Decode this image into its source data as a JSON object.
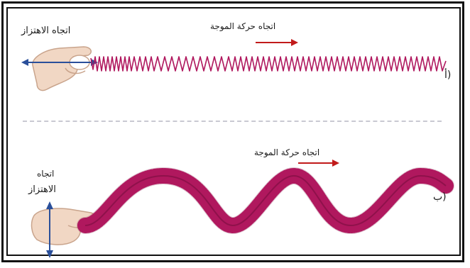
{
  "panel_a": {
    "oscillation_direction": "اتجاه الاهتزاز",
    "wave_motion_direction": "اتجاه حركة الموجة",
    "part_label": "(أ"
  },
  "panel_b": {
    "oscillation_direction_line1": "اتجاه",
    "oscillation_direction_line2": "الاهتزاز",
    "wave_motion_direction": "اتجاه حركة الموجة",
    "part_label": "(ب"
  },
  "colors": {
    "spring": "#b0185e",
    "spring_dark": "#7a0e40",
    "arrow_red": "#c11a1a",
    "arrow_blue": "#2a4f9a",
    "skin": "#f1d7c4",
    "skin_outline": "#c9a48c"
  }
}
